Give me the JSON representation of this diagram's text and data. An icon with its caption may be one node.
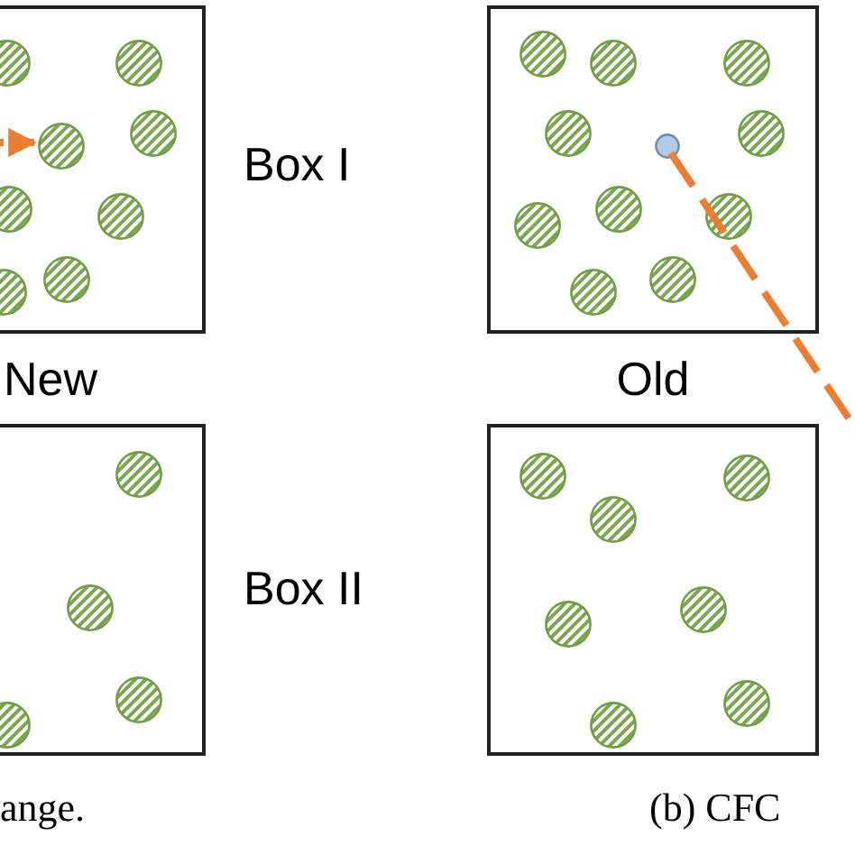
{
  "diagram": {
    "nodes": [
      {
        "text": [],
        "shape": "box",
        "beside": [
          "New"
        ]
      },
      {
        "text": [],
        "shape": "circle",
        "in": 0
      },
      {
        "text": [],
        "shape": "circle",
        "in": 0
      },
      {
        "text": [],
        "shape": "circle",
        "in": 0
      },
      {
        "text": [],
        "shape": "circle",
        "in": 0
      },
      {
        "text": [],
        "shape": "circle",
        "in": 0
      },
      {
        "text": [],
        "shape": "circle",
        "in": 0
      },
      {
        "text": [],
        "shape": "circle",
        "in": 0
      },
      {
        "text": [],
        "shape": "circle",
        "in": 0
      },
      {
        "text": [],
        "shape": "box",
        "beside": [
          "Old"
        ]
      },
      {
        "text": [],
        "shape": "circle",
        "in": 9
      },
      {
        "text": [],
        "shape": "circle",
        "in": 9
      },
      {
        "text": [],
        "shape": "circle",
        "in": 9
      },
      {
        "text": [],
        "shape": "circle",
        "in": 9
      },
      {
        "text": [],
        "shape": "circle",
        "in": 9
      },
      {
        "text": [],
        "shape": "circle",
        "in": 9
      },
      {
        "text": [],
        "shape": "circle",
        "in": 9
      },
      {
        "text": [],
        "shape": "circle",
        "in": 9
      },
      {
        "text": [],
        "shape": "circle",
        "in": 9
      },
      {
        "text": [],
        "shape": "circle",
        "in": 9
      },
      {
        "text": [],
        "shape": "circle",
        "in": 9
      },
      {
        "text": [],
        "shape": "box"
      },
      {
        "text": [],
        "shape": "circle",
        "in": 21
      },
      {
        "text": [],
        "shape": "circle",
        "in": 21
      },
      {
        "text": [],
        "shape": "circle",
        "in": 21
      },
      {
        "text": [],
        "shape": "circle",
        "in": 21
      },
      {
        "text": [],
        "shape": "box"
      },
      {
        "text": [],
        "shape": "circle",
        "in": 26
      },
      {
        "text": [],
        "shape": "circle",
        "in": 26
      },
      {
        "text": [],
        "shape": "circle",
        "in": 26
      },
      {
        "text": [],
        "shape": "circle",
        "in": 26
      },
      {
        "text": [],
        "shape": "circle",
        "in": 26
      },
      {
        "text": [],
        "shape": "circle",
        "in": 26
      },
      {
        "text": [],
        "shape": "circle",
        "in": 26
      }
    ],
    "edges": [
      {
        "from": null,
        "to": 4,
        "arrow": "to",
        "style": "dashed",
        "color": "#ed7d31"
      },
      {
        "from": 15,
        "to": null,
        "arrow": "none",
        "style": "dashed",
        "color": "#ed7d31"
      }
    ],
    "labels": [
      "Box I",
      "Box II",
      "ange.",
      "(b) CFC"
    ]
  }
}
